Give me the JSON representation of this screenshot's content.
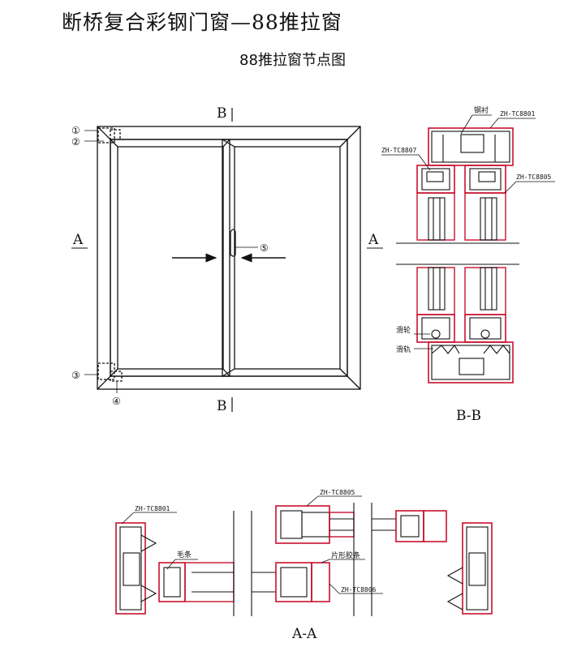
{
  "title": "断桥复合彩钢门窗—88推拉窗",
  "subtitle": "88推拉窗节点图",
  "elevation": {
    "section_a_left": "A",
    "section_a_right": "A",
    "section_b_top": "B",
    "section_b_bottom": "B",
    "callouts": [
      "①",
      "②",
      "③",
      "④",
      "⑤"
    ]
  },
  "section_bb": {
    "caption": "B-B",
    "labels": {
      "steel_liner": "钢衬",
      "frame_code": "ZH-TC8801",
      "sash_left_code": "ZH-TC8807",
      "sash_right_code": "ZH-TC8805",
      "roller": "滑轮",
      "track": "滑轨"
    }
  },
  "section_aa": {
    "caption": "A-A",
    "labels": {
      "frame_code": "ZH-TC8801",
      "sash_top_code": "ZH-TC8805",
      "brush": "毛条",
      "fin_seal": "片形胶条",
      "interlock_code": "ZH-TC8806"
    }
  },
  "colors": {
    "line": "#111111",
    "profile_seal": "#c8102e"
  }
}
